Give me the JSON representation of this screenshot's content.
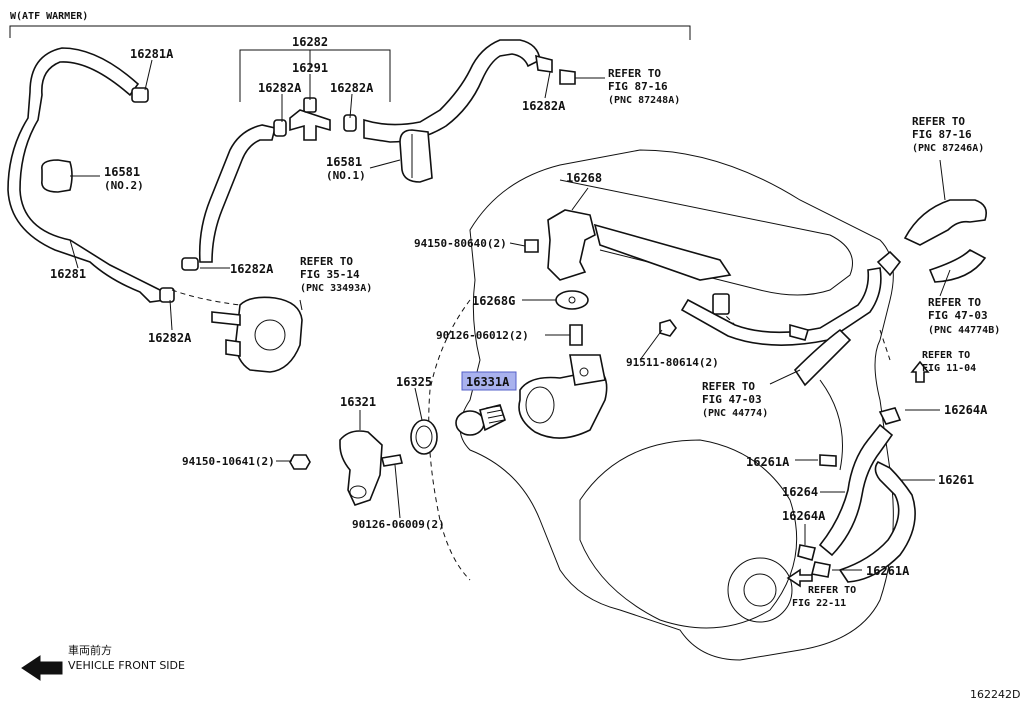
{
  "header": {
    "section_label": "W(ATF WARMER)"
  },
  "callouts": {
    "p16281A": "16281A",
    "p16282": "16282",
    "p16291": "16291",
    "p16282A_a": "16282A",
    "p16282A_b": "16282A",
    "p16282A_c": "16282A",
    "p16282A_d": "16282A",
    "p16282A_e": "16282A",
    "p16581_l": "16581",
    "p16581_l_sub": "(NO.2)",
    "p16581_r": "16581",
    "p16581_r_sub": "(NO.1)",
    "p16281": "16281",
    "p16268": "16268",
    "p16268G": "16268G",
    "p94150_80640": "94150-80640(2)",
    "p90126_06012": "90126-06012(2)",
    "p91511_80614": "91511-80614(2)",
    "p16325": "16325",
    "p16321": "16321",
    "p16331A": "16331A",
    "p94150_10641": "94150-10641(2)",
    "p90126_06009": "90126-06009(2)",
    "p16264A_a": "16264A",
    "p16264A_b": "16264A",
    "p16261A_a": "16261A",
    "p16261A_b": "16261A",
    "p16264": "16264",
    "p16261": "16261"
  },
  "references": {
    "r1": {
      "l1": "REFER TO",
      "l2": "FIG 87-16",
      "l3": "(PNC 87248A)"
    },
    "r2": {
      "l1": "REFER TO",
      "l2": "FIG 87-16",
      "l3": "(PNC 87246A)"
    },
    "r3": {
      "l1": "REFER TO",
      "l2": "FIG 35-14",
      "l3": "(PNC 33493A)"
    },
    "r4": {
      "l1": "REFER TO",
      "l2": "FIG 47-03",
      "l3": "(PNC 44774B)"
    },
    "r5": {
      "l1": "REFER TO",
      "l2": "FIG 11-04"
    },
    "r6": {
      "l1": "REFER TO",
      "l2": "FIG 47-03",
      "l3": "(PNC 44774)"
    },
    "r7": {
      "l1": "REFER TO",
      "l2": "FIG 22-11"
    }
  },
  "footer": {
    "front_jp": "車両前方",
    "front_en": "VEHICLE FRONT SIDE",
    "figure_code": "162242D"
  },
  "colors": {
    "highlight": "#a9b2ee",
    "highlight_border": "#5560c8",
    "ink": "#111111"
  }
}
